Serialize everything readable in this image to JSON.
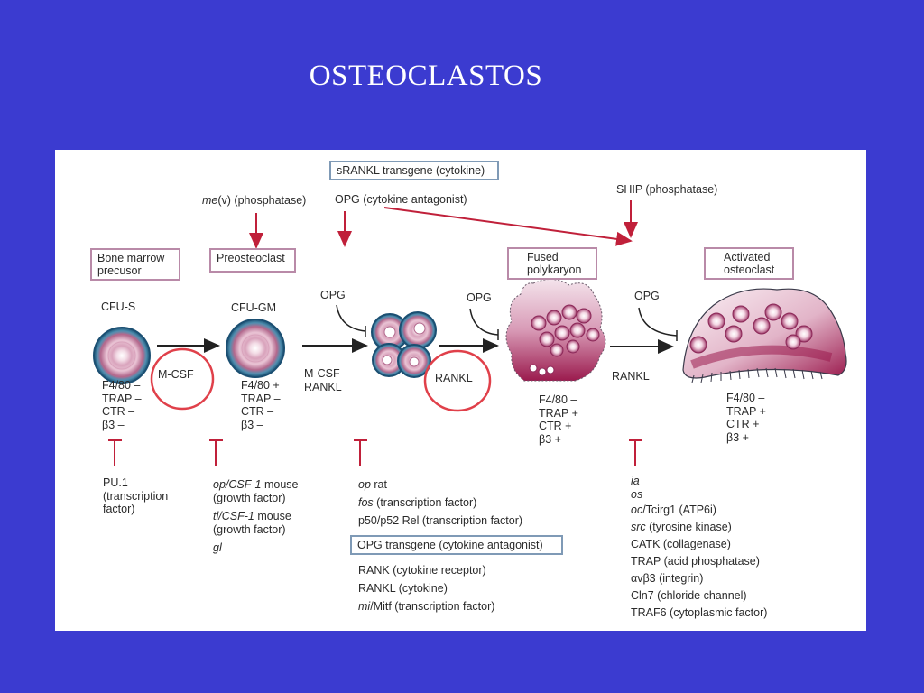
{
  "title": "OSTEOCLASTOS",
  "stages": {
    "bone_marrow": {
      "label_1": "Bone marrow",
      "label_2": "precusor",
      "cell": "CFU-S",
      "markers": [
        "F4/80 –",
        "TRAP –",
        "CTR –",
        "β3 –"
      ]
    },
    "preosteoclast": {
      "label": "Preosteoclast",
      "cell": "CFU-GM",
      "markers": [
        "F4/80 +",
        "TRAP –",
        "CTR –",
        "β3 –"
      ]
    },
    "fused": {
      "label_1": "Fused",
      "label_2": "polykaryon",
      "markers": [
        "F4/80 –",
        "TRAP +",
        "CTR +",
        "β3 +"
      ]
    },
    "activated": {
      "label_1": "Activated",
      "label_2": "osteoclast",
      "markers": [
        "F4/80 –",
        "TRAP +",
        "CTR +",
        "β3 +"
      ]
    }
  },
  "arrows": {
    "m_csf": "M-CSF",
    "m_csf_2": "M-CSF",
    "rankl_2": "RANKL",
    "rankl_3": "RANKL",
    "rankl_4": "RANKL",
    "opg_1": "OPG",
    "opg_2": "OPG",
    "opg_3": "OPG"
  },
  "top": {
    "me_v": "me",
    "me_v_rest": "(v) (phosphatase)",
    "srankl_box": "sRANKL transgene (cytokine)",
    "opg_antagonist": "OPG (cytokine antagonist)",
    "ship": "SHIP (phosphatase)"
  },
  "bottom": {
    "col1": [
      "PU.1",
      "(transcription",
      "factor)"
    ],
    "col2": {
      "op_csf1_it": "op/CSF-1",
      "op_csf1_rest": " mouse",
      "growth1": "(growth factor)",
      "tl_csf1_it": "tl/CSF-1",
      "tl_csf1_rest": " mouse",
      "growth2": "(growth factor)",
      "gl": "gl"
    },
    "col3": {
      "op_it": "op",
      "op_rest": " rat",
      "fos_it": "fos",
      "fos_rest": " (transcription factor)",
      "p50": "p50/p52 Rel (transcription factor)",
      "opg_box": "OPG transgene (cytokine antagonist)",
      "rank": "RANK (cytokine receptor)",
      "rankl": "RANKL (cytokine)",
      "mi_it": "mi",
      "mi_rest": "/Mitf (transcription factor)"
    },
    "col4": {
      "ia": "ia",
      "os": "os",
      "oc_it": "oc",
      "oc_rest": "/Tcirg1 (ATP6i)",
      "src_it": "src",
      "src_rest": " (tyrosine kinase)",
      "catk": "CATK (collagenase)",
      "trap": "TRAP (acid phosphatase)",
      "integrin": "αvβ3 (integrin)",
      "cln7": "Cln7 (chloride channel)",
      "traf6": "TRAF6 (cytoplasmic factor)"
    }
  },
  "colors": {
    "background": "#3b3bd0",
    "arrow_red": "#c0203a",
    "highlight_circle": "#e0404a",
    "cell_pink": "#9b1b4e",
    "box_pink": "#b98aa8",
    "box_blue": "#7f9ab6"
  }
}
